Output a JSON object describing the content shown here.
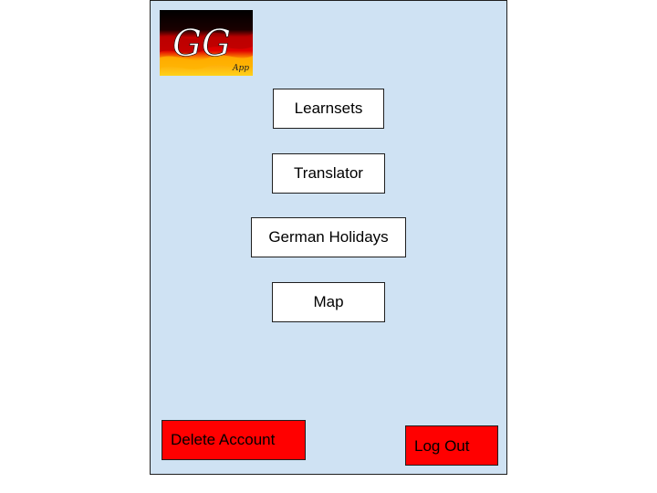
{
  "app": {
    "logo_text": "GG",
    "logo_subtext": "App"
  },
  "menu": {
    "learnsets_label": "Learnsets",
    "translator_label": "Translator",
    "holidays_label": "German Holidays",
    "map_label": "Map"
  },
  "account": {
    "delete_label": "Delete Account",
    "logout_label": "Log Out"
  },
  "colors": {
    "screen_background": "#cfe2f3",
    "danger": "#ff0000",
    "flag_black": "#000000",
    "flag_red": "#dd0000",
    "flag_gold": "#ffce00"
  }
}
